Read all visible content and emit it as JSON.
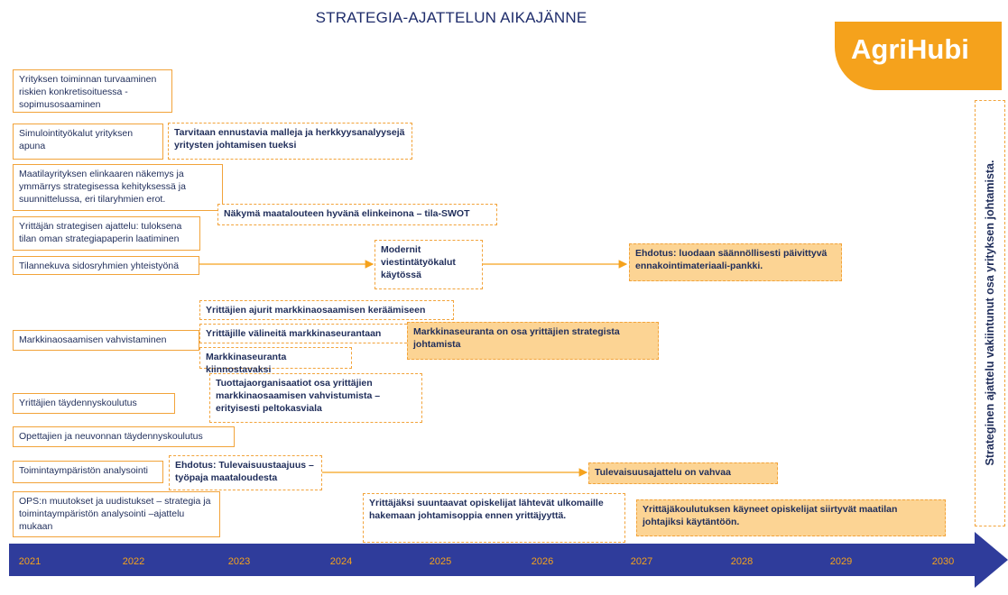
{
  "title": "STRATEGIA-AJATTELUN AIKAJÄNNE",
  "logo": "AgriHubi",
  "vertical_text": "Strateginen ajattelu vakiintunut osa yrityksen johtamista.",
  "years": [
    "2021",
    "2022",
    "2023",
    "2024",
    "2025",
    "2026",
    "2027",
    "2028",
    "2029",
    "2030"
  ],
  "left_items": [
    "Yrityksen toiminnan turvaaminen riskien konkretisoituessa - sopimusosaaminen",
    "Simulointityökalut yrityksen apuna",
    "Maatilayrityksen elinkaaren näkemys ja ymmärrys strategisessa kehityksessä ja suunnittelussa, eri tilaryhmien erot.",
    "Yrittäjän strategisen ajattelu: tuloksena tilan oman strategiapaperin laatiminen",
    "Tilannekuva sidosryhmien yhteistyönä",
    "Markkinaosaamisen vahvistaminen",
    "Yrittäjien täydennyskoulutus",
    "Opettajien ja neuvonnan täydennyskoulutus",
    "Toimintaympäristön analysointi",
    "OPS:n muutokset ja uudistukset – strategia ja toimintaympäristön analysointi –ajattelu mukaan"
  ],
  "items": {
    "ennustavia": "Tarvitaan ennustavia malleja ja herkkyysanalyysejä yritysten johtamisen tueksi",
    "nakyma": "Näkymä maatalouteen hyvänä elinkeinona – tila-SWOT",
    "modernit": "Modernit viestintätyökalut käytössä",
    "ehdotus_pankki": "Ehdotus: luodaan säännöllisesti päivittyvä ennakointimateriaali-pankki.",
    "ajurit": "Yrittäjien ajurit markkinaosaamisen keräämiseen",
    "valineita": "Yrittäjille välineitä markkinaseurantaan",
    "markkinaseuranta_osa": "Markkinaseuranta on osa yrittäjien strategista johtamista",
    "kiinnostavaksi": "Markkinaseuranta kiinnostavaksi",
    "tuottaja": "Tuottajaorganisaatiot osa yrittäjien markkinaosaamisen vahvistumista – erityisesti peltokasviala",
    "tyopaja": "Ehdotus: Tulevaisuustaajuus –työpaja maataloudesta",
    "tulevaisuusajattelu": "Tulevaisuusajattelu on vahvaa",
    "ulkomaille": "Yrittäjäksi suuntaavat opiskelijat lähtevät ulkomaille hakemaan johtamisoppia ennen yrittäjyyttä.",
    "siirtyvat": "Yrittäjäkoulutuksen käyneet opiskelijat siirtyvät maatilan johtajiksi käytäntöön."
  },
  "colors": {
    "orange": "#f5a21c",
    "navy": "#1f2d5a",
    "timeline": "#2f3c9b",
    "fill": "#fcd494"
  }
}
